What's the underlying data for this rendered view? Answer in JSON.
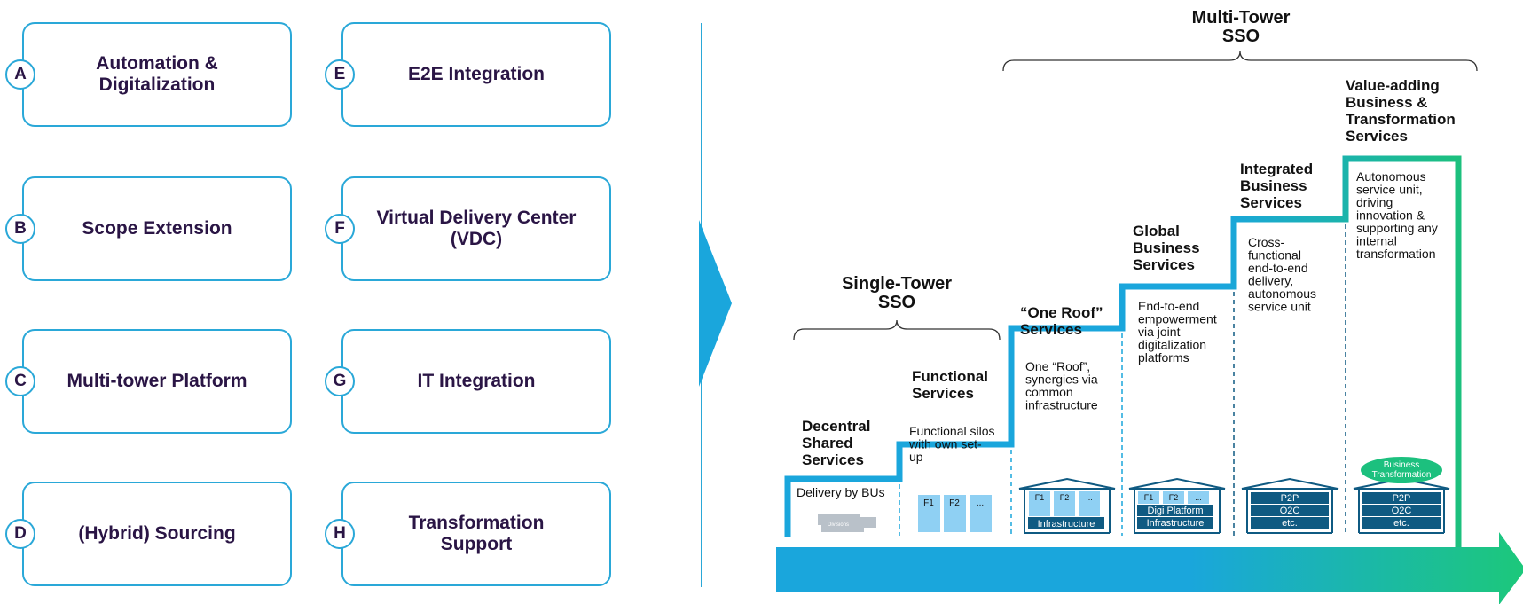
{
  "levers": [
    {
      "letter": "A",
      "label": "Automation &\nDigitalization"
    },
    {
      "letter": "B",
      "label": "Scope Extension"
    },
    {
      "letter": "C",
      "label": "Multi-tower Platform"
    },
    {
      "letter": "D",
      "label": "(Hybrid) Sourcing"
    },
    {
      "letter": "E",
      "label": "E2E Integration"
    },
    {
      "letter": "F",
      "label": "Virtual Delivery Center\n(VDC)"
    },
    {
      "letter": "G",
      "label": "IT Integration"
    },
    {
      "letter": "H",
      "label": "Transformation\nSupport"
    }
  ],
  "groups": {
    "single_tower": [
      "Single-Tower",
      "SSO"
    ],
    "multi_tower": [
      "Multi-Tower",
      "SSO"
    ]
  },
  "stages": [
    {
      "title": [
        "Decentral",
        "Shared",
        "Services"
      ],
      "desc": [
        "Delivery by BUs"
      ],
      "tag": "Divisions"
    },
    {
      "title": [
        "Functional",
        "Services"
      ],
      "desc": [
        "Functional silos",
        "with own set-",
        "up"
      ],
      "cols": [
        "F1",
        "F2",
        "..."
      ]
    },
    {
      "title": [
        "“One Roof”",
        "Services"
      ],
      "desc": [
        "One “Roof”,",
        "synergies via",
        "common",
        "infrastructure"
      ],
      "cols": [
        "F1",
        "F2",
        "..."
      ],
      "base": [
        "Infrastructure"
      ]
    },
    {
      "title": [
        "Global",
        "Business",
        "Services"
      ],
      "desc": [
        "End-to-end",
        "empowerment",
        "via joint",
        "digitalization",
        "platforms"
      ],
      "cols": [
        "F1",
        "F2",
        "..."
      ],
      "base": [
        "Digi Platform",
        "Infrastructure"
      ]
    },
    {
      "title": [
        "Integrated",
        "Business",
        "Services"
      ],
      "desc": [
        "Cross-",
        "functional",
        "end-to-end",
        "delivery,",
        "autonomous",
        "service unit"
      ],
      "rows": [
        "P2P",
        "O2C",
        "etc."
      ]
    },
    {
      "title": [
        "Value-adding",
        "Business &",
        "Transformation",
        "Services"
      ],
      "desc": [
        "Autonomous",
        "service unit,",
        "driving",
        "innovation &",
        "supporting any",
        "internal",
        "transformation"
      ],
      "rows": [
        "P2P",
        "O2C",
        "etc."
      ],
      "badge": [
        "Business",
        "Transformation"
      ]
    }
  ],
  "colors": {
    "border_blue": "#2aa8d8",
    "step_blue": "#1aa6dc",
    "step_green": "#1cc07e",
    "box_fill": "#8fd0f3",
    "navy": "#0f5a82",
    "text_dark": "#2a1545"
  }
}
